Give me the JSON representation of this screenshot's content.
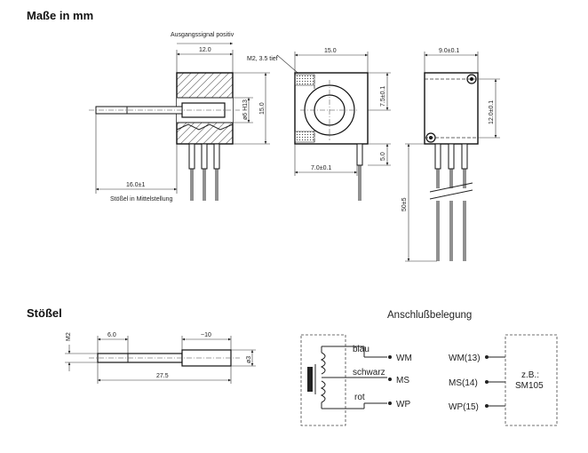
{
  "headings": {
    "dimensions": "Maße in mm",
    "plunger": "Stößel",
    "wiring": "Anschlußbelegung"
  },
  "side_view": {
    "output_note": "Ausgangssignal positiv",
    "dim_top": "12.0",
    "dim_bore": "ø6 H13",
    "dim_height": "15.0",
    "dim_rod": "16.0±1",
    "plunger_note": "Stößel in Mittelstellung"
  },
  "front_view": {
    "thread_note": "M2, 3.5 tief",
    "dim_width": "15.0",
    "dim_center_v": "7.5±0.1",
    "dim_center_h": "7.0±0.1",
    "dim_pin": "5.0"
  },
  "end_view": {
    "dim_width": "9.0±0.1",
    "dim_height": "12.0±0.1",
    "dim_leads": "50±5"
  },
  "plunger_drawing": {
    "thread": "M2",
    "dim_thread_len": "6.0",
    "dim_core_len": "~10",
    "dim_total": "27.5",
    "dim_diameter": "ø3"
  },
  "wiring": {
    "wire_colors": [
      "blau",
      "schwarz",
      "rot"
    ],
    "pins": [
      "WM",
      "MS",
      "WP"
    ],
    "connector_pins": [
      "WM(13)",
      "MS(14)",
      "WP(15)"
    ],
    "example_label": "z.B.:",
    "example_device": "SM105"
  }
}
